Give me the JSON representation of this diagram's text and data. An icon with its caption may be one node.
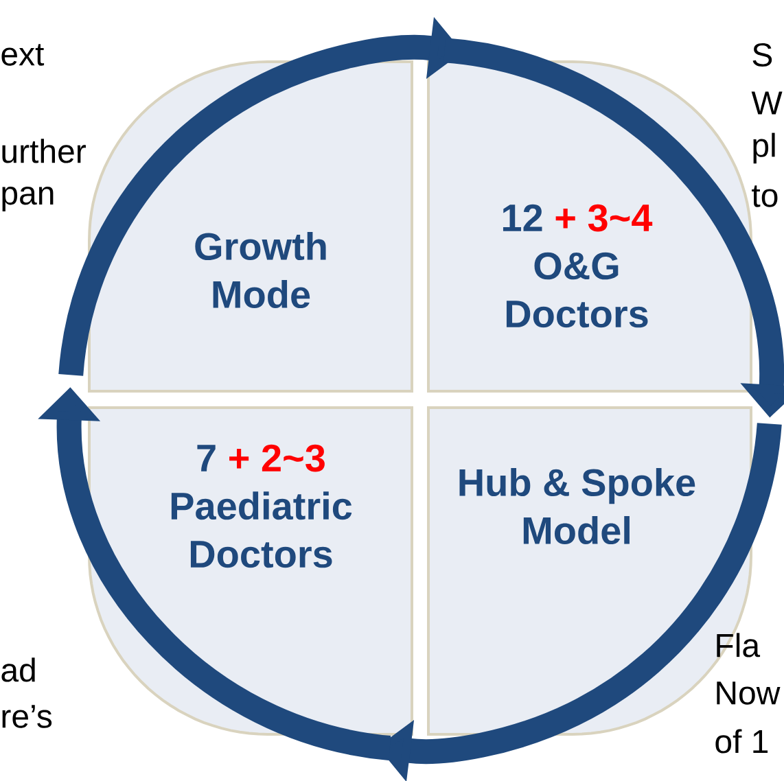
{
  "diagram": {
    "nodes": [
      {
        "text": [
          "Growth Mode"
        ]
      },
      {
        "text": [
          "12",
          "+ 3~4",
          "O&G Doctors"
        ]
      },
      {
        "text": [
          "7",
          "+ 2~3",
          "Paediatric Doctors"
        ]
      },
      {
        "text": [
          "Hub & Spoke Model"
        ]
      }
    ],
    "edges": [
      {
        "from": 0,
        "to": 1,
        "arrow": "to"
      },
      {
        "from": 1,
        "to": 3,
        "arrow": "to"
      },
      {
        "from": 3,
        "to": 2,
        "arrow": "to"
      },
      {
        "from": 2,
        "to": 0,
        "arrow": "to"
      }
    ],
    "labels": [
      "ext",
      "urther",
      "pan",
      "S",
      "W",
      "pl",
      "to",
      "ad",
      "re’s",
      "Fla",
      "Now",
      "of 1"
    ]
  }
}
